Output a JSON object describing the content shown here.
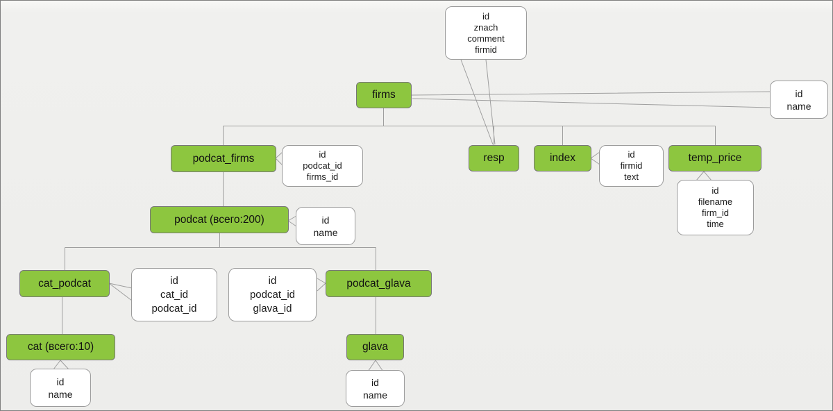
{
  "diagram": {
    "colors": {
      "node_fill": "#8dc63f",
      "node_border": "#777777",
      "callout_fill": "#ffffff",
      "callout_border": "#9b9b9b",
      "connector": "#9e9e9e",
      "background": "#ededeb"
    },
    "nodes": {
      "firms": {
        "label": "firms"
      },
      "podcat_firms": {
        "label": "podcat_firms"
      },
      "resp": {
        "label": "resp"
      },
      "index": {
        "label": "index"
      },
      "temp_price": {
        "label": "temp_price"
      },
      "podcat": {
        "label": "podcat (всего:200)"
      },
      "cat_podcat": {
        "label": "cat_podcat"
      },
      "podcat_glava": {
        "label": "podcat_glava"
      },
      "cat": {
        "label": "cat (всего:10)"
      },
      "glava": {
        "label": "glava"
      }
    },
    "callouts": {
      "resp_columns": {
        "text": "id\nznach\ncomment\nfirmid"
      },
      "firms_columns": {
        "text": "id\nname"
      },
      "podcat_firms_columns": {
        "text": "id\npodcat_id\nfirms_id"
      },
      "index_columns": {
        "text": "id\nfirmid\ntext"
      },
      "temp_price_columns": {
        "text": "id\nfilename\nfirm_id\ntime"
      },
      "podcat_columns": {
        "text": "id\nname"
      },
      "cat_podcat_columns": {
        "text": "id\ncat_id\npodcat_id"
      },
      "podcat_glava_columns": {
        "text": "id\npodcat_id\nglava_id"
      },
      "cat_columns": {
        "text": "id\nname"
      },
      "glava_columns": {
        "text": "id\nname"
      }
    }
  }
}
